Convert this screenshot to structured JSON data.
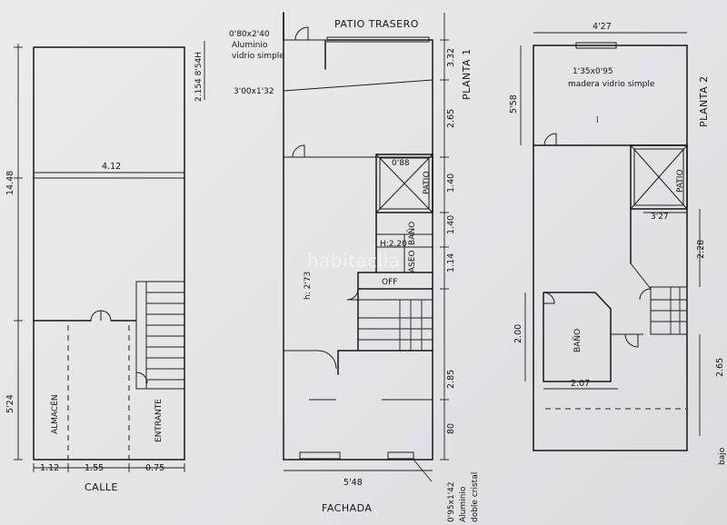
{
  "watermark": "habitaclia",
  "plan_left": {
    "height_total": "14.48",
    "height_front": "5'24",
    "width_inner": "4.12",
    "right_note": "2.154 8'54H",
    "seg_1": "1.12",
    "seg_2": "1.55",
    "seg_3": "0.75",
    "storage_label": "ALMACÉN",
    "entrance_label": "ENTRANTE",
    "street_label": "CALLE"
  },
  "plan_middle": {
    "back_patio_label": "PATIO TRASERO",
    "window_1": "0'80x2'40",
    "window_1_material": "Aluminio",
    "window_1_glass": "vidrio simple",
    "window_2": "3'00x1'32",
    "patio_label": "PATIO",
    "patio_dim": "0'88",
    "bathroom_label": "BAÑO",
    "toilet_label": "ASEO",
    "toilet_height": "H:2,20",
    "off_label": "OFF",
    "ceiling_height": "h: 2'73",
    "dims_right": [
      "3.32",
      "2.65",
      "1.40",
      "1.40",
      "1.14",
      "2.85",
      "80"
    ],
    "floor_label": "PLANTA 1",
    "width_bottom": "5'48",
    "front_window": "0'95x1'42",
    "front_window_material": "Aluminio",
    "front_window_glass": "doble cristal",
    "facade_label": "FACHADA"
  },
  "plan_right": {
    "width_top": "4'27",
    "height_top": "5'58",
    "skylight": "1'35x0'95",
    "skylight_material": "madera vidrio simple",
    "room_mark": "l",
    "floor_label": "PLANTA 2",
    "patio_label": "PATIO",
    "patio_width": "3'27",
    "dim_228": "2.28",
    "bathroom_label": "BAÑO",
    "dim_200": "2.00",
    "dim_207": "2.07",
    "dim_265": "2.65",
    "below_label": "bajo"
  }
}
